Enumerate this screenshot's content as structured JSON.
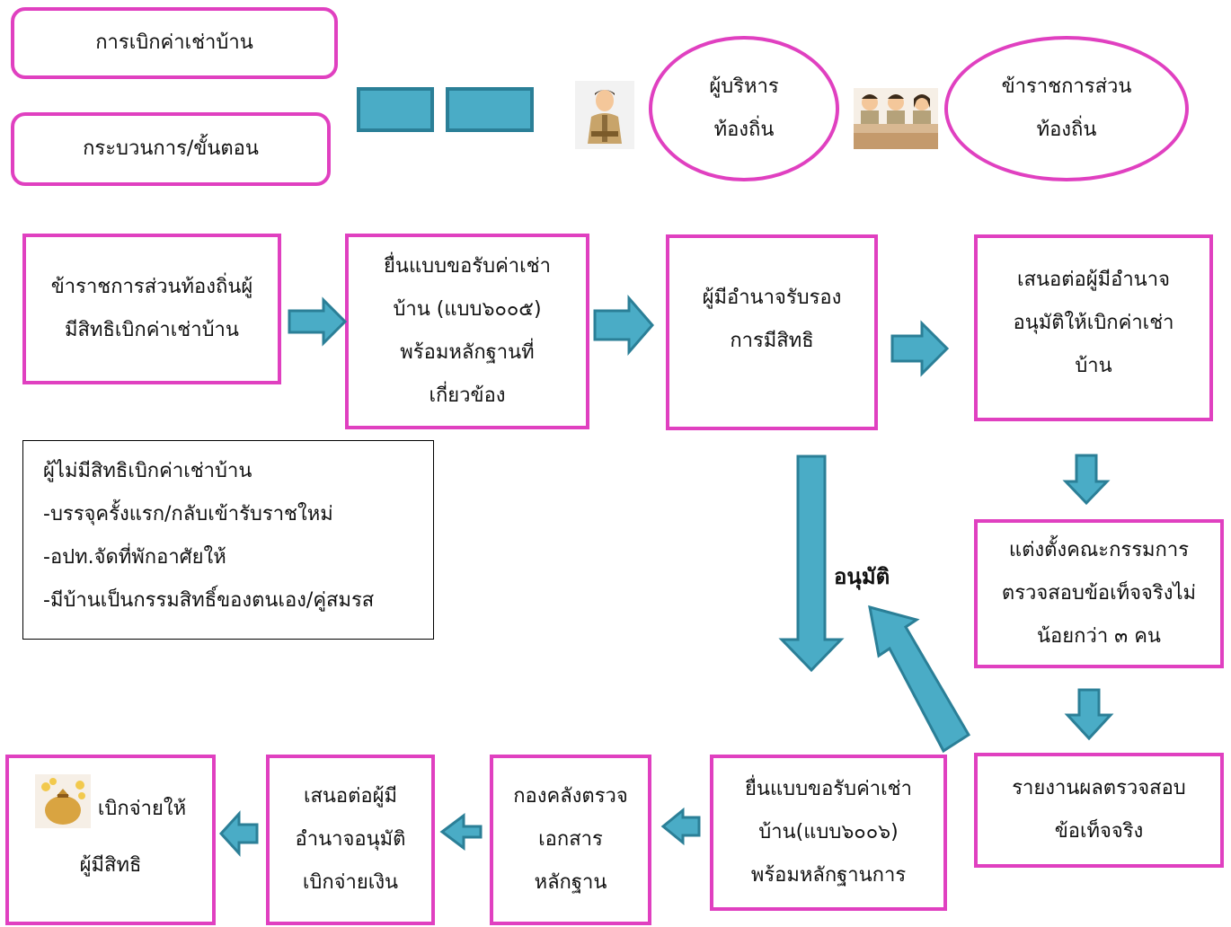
{
  "header": {
    "title_box": "การเบิกค่าเช่าบ้าน",
    "process_box": "กระบวนการ/ขั้นตอน"
  },
  "legend": {
    "executive": [
      "ผู้บริหาร",
      "ท้องถิ่น"
    ],
    "staff": [
      "ข้าราชการส่วน",
      "ท้องถิ่น"
    ]
  },
  "steps": {
    "s1": [
      "ข้าราชการส่วนท้องถิ่นผู้",
      "มีสิทธิเบิกค่าเช่าบ้าน"
    ],
    "s2": [
      "ยื่นแบบขอรับค่าเช่า",
      "บ้าน (แบบ๖๐๐๕)",
      "พร้อมหลักฐานที่",
      "เกี่ยวข้อง"
    ],
    "s3": [
      "ผู้มีอำนาจรับรอง",
      "การมีสิทธิ"
    ],
    "s4": [
      "เสนอต่อผู้มีอำนาจ",
      "อนุมัติให้เบิกค่าเช่า",
      "บ้าน"
    ],
    "s5": [
      "แต่งตั้งคณะกรรมการ",
      "ตรวจสอบข้อเท็จจริงไม่",
      "น้อยกว่า ๓ คน"
    ],
    "s6": [
      "รายงานผลตรวจสอบ",
      "ข้อเท็จจริง"
    ],
    "s7": [
      "ยื่นแบบขอรับค่าเช่า",
      "บ้าน(แบบ๖๐๐๖)",
      "พร้อมหลักฐานการ"
    ],
    "s8": [
      "กองคลังตรวจ",
      "เอกสาร",
      "หลักฐาน"
    ],
    "s9": [
      "เสนอต่อผู้มี",
      "อำนาจอนุมัติ",
      "เบิกจ่ายเงิน"
    ],
    "s10": [
      "เบิกจ่ายให้",
      "ผู้มีสิทธิ"
    ]
  },
  "approve_label": "อนุมัติ",
  "note": {
    "lines": [
      "ผู้ไม่มีสิทธิเบิกค่าเช่าบ้าน",
      "-บรรจุครั้งแรก/กลับเข้ารับราชใหม่",
      "-อปท.จัดที่พักอาศัยให้",
      "-มีบ้านเป็นกรรมสิทธิ์ของตนเอง/คู่สมรส"
    ]
  },
  "colors": {
    "border": "#e040c0",
    "arrow": "#4aacc6",
    "arrow_edge": "#2b7f97"
  },
  "icons": [
    "officer-icon",
    "staff-group-icon",
    "money-bag-icon"
  ]
}
